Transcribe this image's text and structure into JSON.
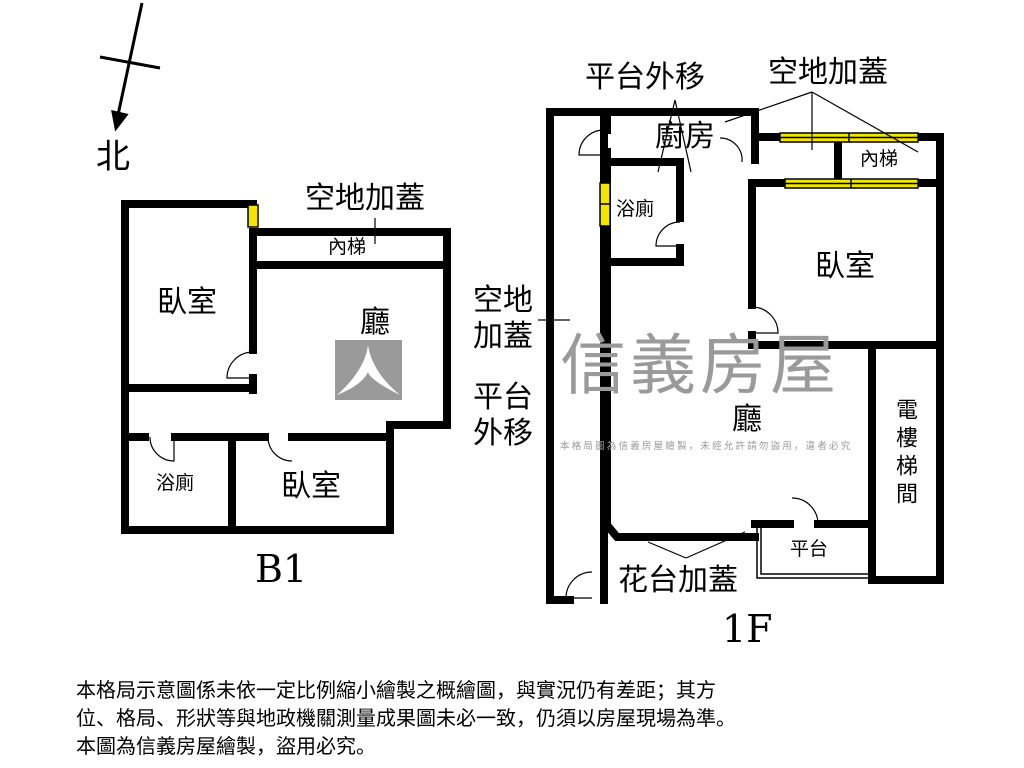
{
  "compass": {
    "north_label": "北"
  },
  "watermark": {
    "brand": "信義房屋",
    "notice": "本格局圖為信義房屋繪製，未經允許請勿盜用，違者必究"
  },
  "b1": {
    "floor_label": "B1",
    "rooms": {
      "extension": "空地加蓋",
      "stairs": "內梯",
      "bedroom_nw": "臥室",
      "living": "廳",
      "bath": "浴廁",
      "bedroom_s": "臥室"
    }
  },
  "middle": {
    "extension": "空地\n加蓋",
    "platform_shift": "平台\n外移"
  },
  "f1": {
    "floor_label": "1F",
    "rooms": {
      "platform_shift": "平台外移",
      "extension": "空地加蓋",
      "kitchen": "廚房",
      "stairs": "內梯",
      "bath": "浴廁",
      "bedroom": "臥室",
      "living": "廳",
      "elevator": "電樓梯間",
      "platform": "平台",
      "planter_extension": "花台加蓋"
    }
  },
  "disclaimer": {
    "lines": [
      "本格局示意圖係未依一定比例縮小繪製之概繪圖，與實況仍有差距；其方",
      "位、格局、形狀等與地政機關測量成果圖未必一致，仍須以房屋現場為準。",
      "本圖為信義房屋繪製，盜用必究。"
    ]
  },
  "colors": {
    "wall": "#000000",
    "window": "#f2e600",
    "watermark": "#9a9a9a"
  }
}
